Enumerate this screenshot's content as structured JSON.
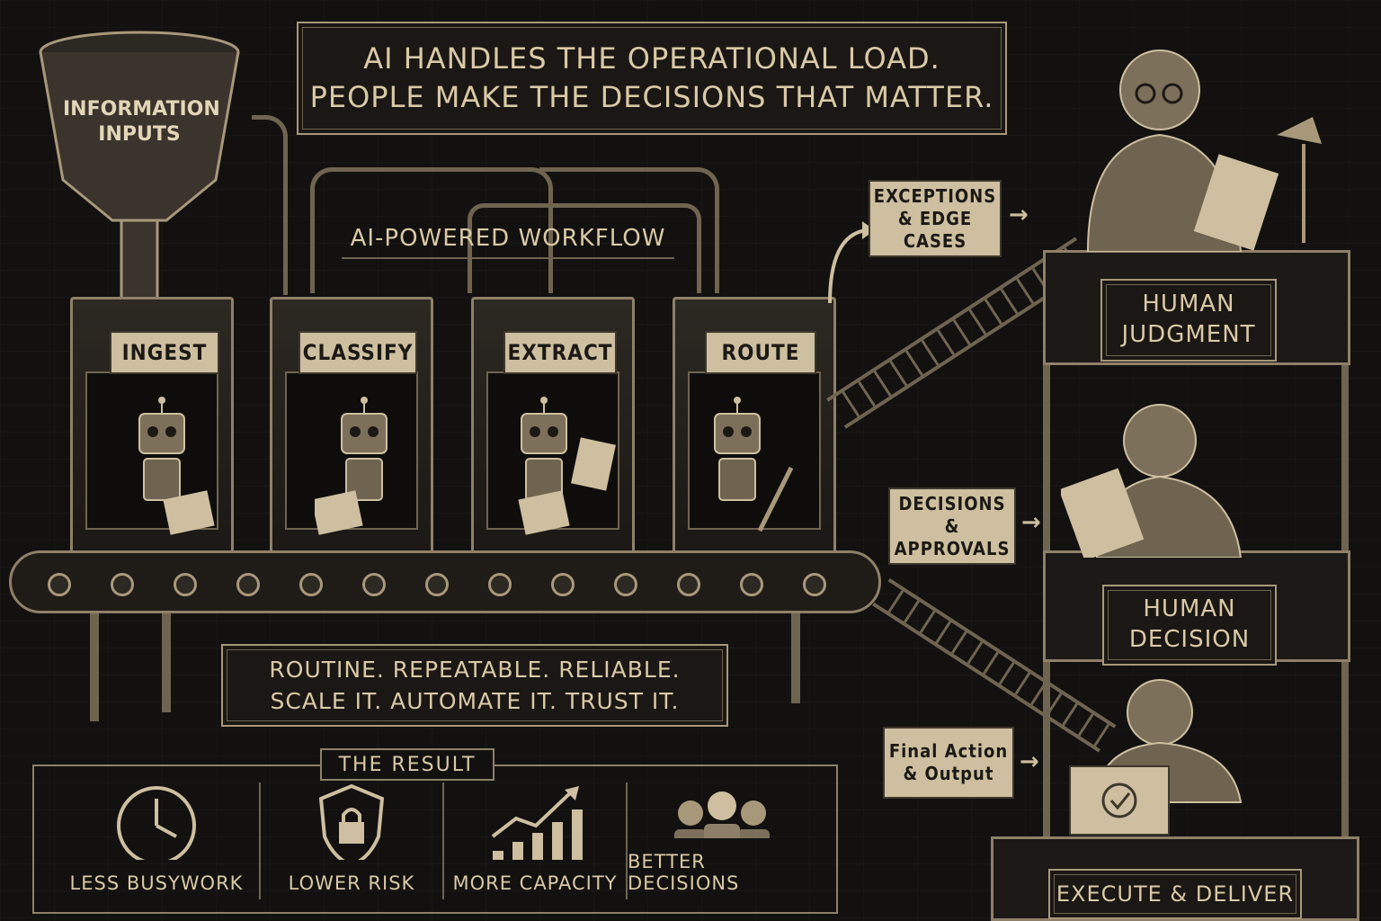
{
  "headline": {
    "line1": "AI HANDLES THE OPERATIONAL LOAD.",
    "line2": "PEOPLE MAKE THE DECISIONS THAT MATTER."
  },
  "funnel": {
    "line1": "INFORMATION",
    "line2": "INPUTS"
  },
  "workflow_label": "AI-POWERED WORKFLOW",
  "stages": [
    {
      "label": "INGEST"
    },
    {
      "label": "CLASSIFY"
    },
    {
      "label": "EXTRACT"
    },
    {
      "label": "ROUTE"
    }
  ],
  "tagline": {
    "line1": "ROUTINE. REPEATABLE. RELIABLE.",
    "line2": "SCALE IT. AUTOMATE IT. TRUST IT."
  },
  "result": {
    "title": "THE RESULT",
    "items": [
      {
        "label": "LESS BUSYWORK",
        "icon": "clock-icon"
      },
      {
        "label": "LOWER RISK",
        "icon": "shield-lock-icon"
      },
      {
        "label": "MORE CAPACITY",
        "icon": "growth-chart-icon"
      },
      {
        "label": "BETTER DECISIONS",
        "icon": "people-icon"
      }
    ]
  },
  "handoffs": [
    {
      "line1": "EXCEPTIONS",
      "line2": "& EDGE CASES"
    },
    {
      "line1": "DECISIONS",
      "line2": "& APPROVALS"
    },
    {
      "line1": "Final Action",
      "line2": "& Output"
    }
  ],
  "human_stations": [
    {
      "line1": "HUMAN",
      "line2": "JUDGMENT"
    },
    {
      "line1": "HUMAN",
      "line2": "DECISION"
    },
    {
      "line1": "EXECUTE & DELIVER",
      "line2": ""
    }
  ],
  "colors": {
    "background": "#121110",
    "ink": "#d9c9a6",
    "tag_paper": "#cdbf9f",
    "metal": "#8e8068"
  }
}
